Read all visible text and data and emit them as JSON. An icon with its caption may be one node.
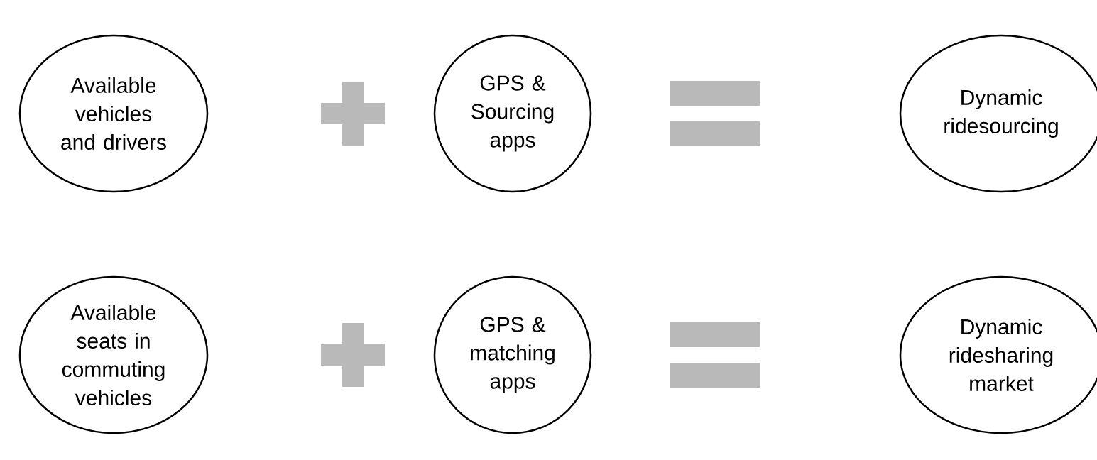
{
  "diagram": {
    "nodes": [
      {
        "text": [
          "Available vehicles and drivers"
        ]
      },
      {
        "text": [],
        "shape": "plus"
      },
      {
        "text": [
          "GPS & Sourcing apps"
        ]
      },
      {
        "text": [],
        "shape": "equals"
      },
      {
        "text": [
          "Dynamic ridesourcing"
        ]
      },
      {
        "text": [
          "Available seats in commuting vehicles"
        ]
      },
      {
        "text": [],
        "shape": "plus"
      },
      {
        "text": [
          "GPS & matching apps"
        ]
      },
      {
        "text": [],
        "shape": "equals"
      },
      {
        "text": [
          "Dynamic ridesharing market"
        ]
      }
    ]
  }
}
